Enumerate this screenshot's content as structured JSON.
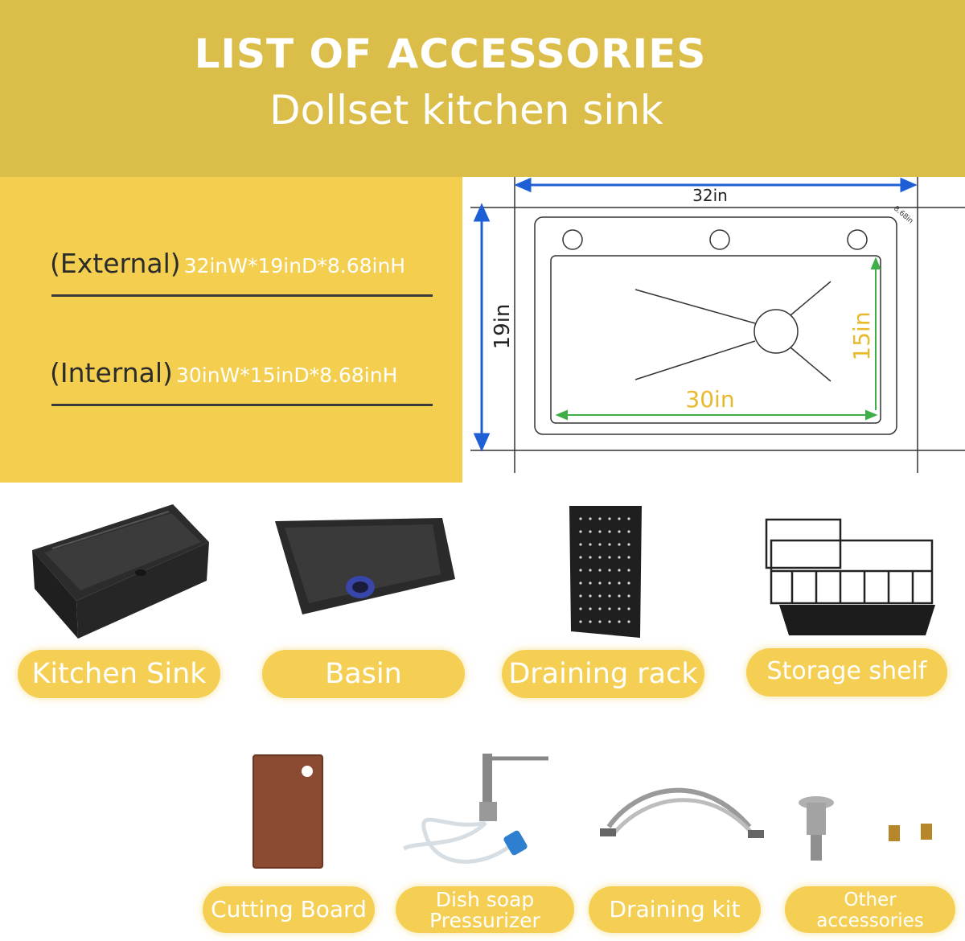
{
  "header": {
    "title": "LIST OF ACCESSORIES",
    "subtitle": "Dollset kitchen sink"
  },
  "specs": {
    "external_label": "(External)",
    "external_value": "32inW*19inD*8.68inH",
    "internal_label": "(Internal)",
    "internal_value": "30inW*15inD*8.68inH"
  },
  "diagram": {
    "width_label": "32in",
    "depth_label": "19in",
    "inner_width_label": "30in",
    "inner_depth_label": "15in",
    "height_label": "8.68in"
  },
  "accessories_row1": [
    {
      "label": "Kitchen Sink"
    },
    {
      "label": "Basin"
    },
    {
      "label": "Draining rack"
    },
    {
      "label": "Storage shelf"
    }
  ],
  "accessories_row2": [
    {
      "label": "Cutting Board"
    },
    {
      "label_1": "Dish soap",
      "label_2": "Pressurizer"
    },
    {
      "label": "Draining kit"
    },
    {
      "label_1": "Other",
      "label_2": "accessories"
    }
  ],
  "colors": {
    "header_bg": "#dbbd4a",
    "panel_bg": "#f4cf4f",
    "pill_bg": "#f5cf54",
    "arrow_blue": "#1f5fd6",
    "arrow_green": "#3fae49",
    "label_yellow": "#e8b92a"
  }
}
